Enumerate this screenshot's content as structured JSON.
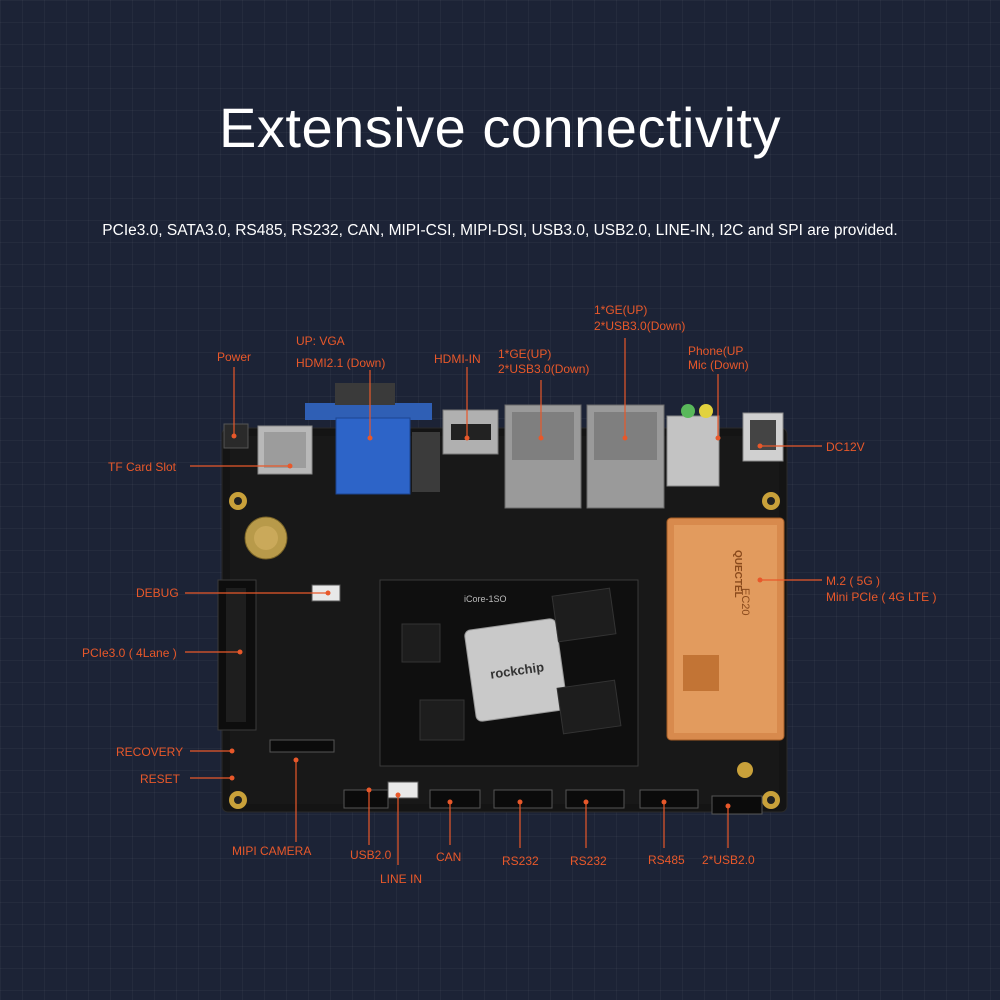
{
  "title": "Extensive connectivity",
  "subtitle": "PCIe3.0, SATA3.0, RS485, RS232, CAN, MIPI-CSI, MIPI-DSI, USB3.0, USB2.0, LINE-IN, I2C and SPI are provided.",
  "colors": {
    "background": "#1c2336",
    "label": "#e8582a",
    "board": "#141414"
  },
  "labels": {
    "power": "Power",
    "vga_up": "UP: VGA",
    "hdmi_down": "HDMI2.1 (Down)",
    "hdmi_in": "HDMI-IN",
    "ge1_a": "1*GE(UP)",
    "ge1_b": "2*USB3.0(Down)",
    "ge2_a": "1*GE(UP)",
    "ge2_b": "2*USB3.0(Down)",
    "phone_a": "Phone(UP",
    "phone_b": "Mic (Down)",
    "dc12v": "DC12V",
    "tf_card": "TF Card Slot",
    "debug": "DEBUG",
    "pcie": "PCIe3.0 ( 4Lane )",
    "m2_a": "M.2 ( 5G )",
    "m2_b": "Mini PCIe ( 4G LTE )",
    "recovery": "RECOVERY",
    "reset": "RESET",
    "mipi_camera": "MIPI CAMERA",
    "usb20": "USB2.0",
    "line_in": "LINE IN",
    "can": "CAN",
    "rs232_1": "RS232",
    "rs232_2": "RS232",
    "rs485": "RS485",
    "usb20x2": "2*USB2.0"
  },
  "board": {
    "core_label": "iCore-1SO",
    "soc_brand": "rockchip",
    "module_brand": "QUECTEL",
    "module_model": "EC20"
  }
}
